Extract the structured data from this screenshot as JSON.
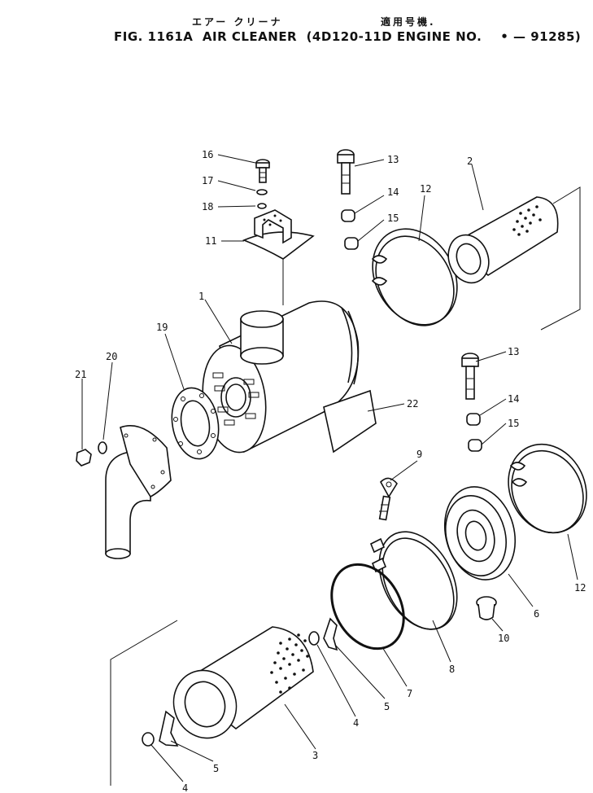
{
  "title": {
    "jp_left": "エアー クリーナ",
    "jp_right": "適用号機.",
    "fig": "FIG. 1161A",
    "name": "AIR CLEANER",
    "engine": "(4D120-11D ENGINE NO.",
    "serial": "•  — 91285)"
  },
  "callouts": [
    "16",
    "17",
    "18",
    "11",
    "1",
    "13",
    "14",
    "15",
    "12",
    "2",
    "19",
    "20",
    "21",
    "22",
    "13",
    "14",
    "15",
    "9",
    "12",
    "6",
    "10",
    "8",
    "7",
    "5",
    "4",
    "3",
    "5",
    "4"
  ]
}
